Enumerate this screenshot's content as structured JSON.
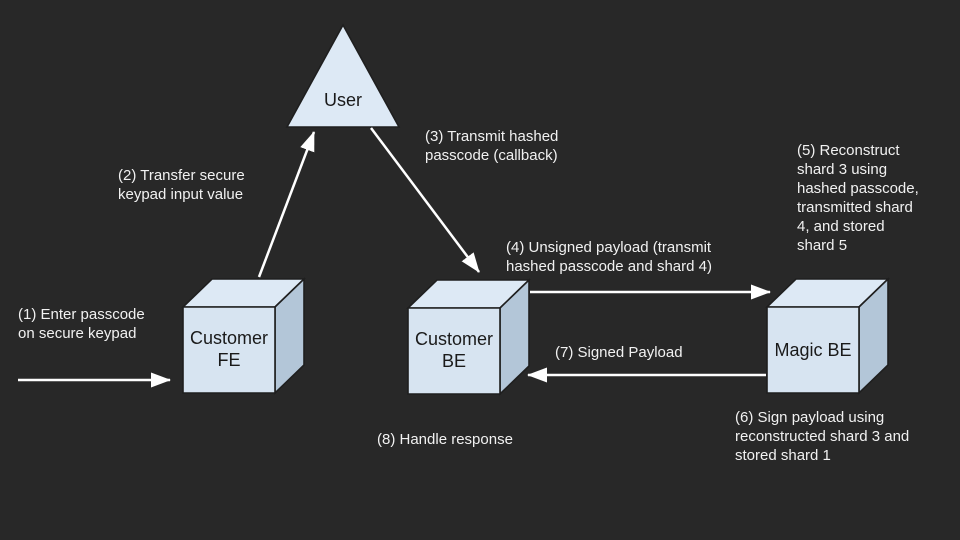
{
  "diagram": {
    "background_color": "#282828",
    "colors": {
      "node_front_fill": "#d7e4f1",
      "node_top_fill": "#dde9f5",
      "node_side_fill": "#b3c6d8",
      "node_stroke": "#1f1f1f",
      "arrow_color": "#ffffff",
      "node_label_color": "#1a1a1a",
      "annotation_color": "#f1f1f1"
    },
    "nodes": {
      "user": {
        "label": "User",
        "shape": "triangle"
      },
      "customer_fe": {
        "label": "Customer\nFE",
        "shape": "cube"
      },
      "customer_be": {
        "label": "Customer\nBE",
        "shape": "cube"
      },
      "magic_be": {
        "label": "Magic BE",
        "shape": "cube"
      }
    },
    "annotations": {
      "step1": "(1) Enter passcode\non secure keypad",
      "step2": "(2) Transfer secure\nkeypad input value",
      "step3": "(3) Transmit hashed\npasscode (callback)",
      "step4": "(4) Unsigned payload (transmit\nhashed passcode and shard 4)",
      "step5": "(5) Reconstruct\nshard 3 using\nhashed passcode,\ntransmitted shard\n4, and stored\nshard 5",
      "step6": "(6) Sign payload using\nreconstructed shard 3 and\nstored shard 1",
      "step7": "(7) Signed Payload",
      "step8": "(8) Handle response"
    },
    "arrows": {
      "step1": {
        "from": "offscreen-left",
        "to": "customer_fe"
      },
      "step2": {
        "from": "customer_fe",
        "to": "user"
      },
      "step3": {
        "from": "user",
        "to": "customer_be"
      },
      "step4": {
        "from": "customer_be",
        "to": "magic_be"
      },
      "step7": {
        "from": "magic_be",
        "to": "customer_be"
      }
    }
  }
}
